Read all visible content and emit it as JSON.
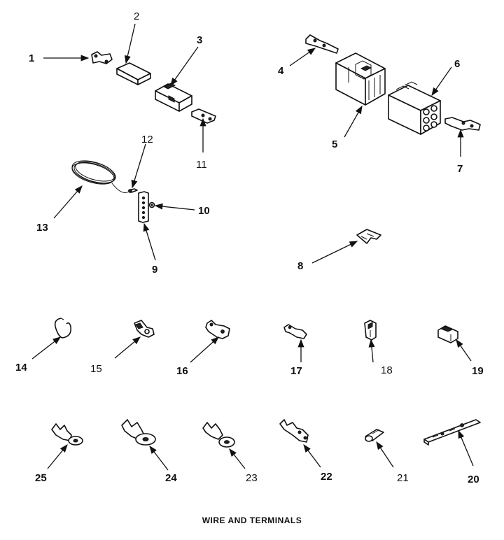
{
  "caption": "WIRE AND TERMINALS",
  "callouts": [
    "1",
    "2",
    "3",
    "4",
    "5",
    "6",
    "7",
    "8",
    "9",
    "10",
    "11",
    "12",
    "13",
    "14",
    "15",
    "16",
    "17",
    "18",
    "19",
    "20",
    "21",
    "22",
    "23",
    "24",
    "25"
  ]
}
